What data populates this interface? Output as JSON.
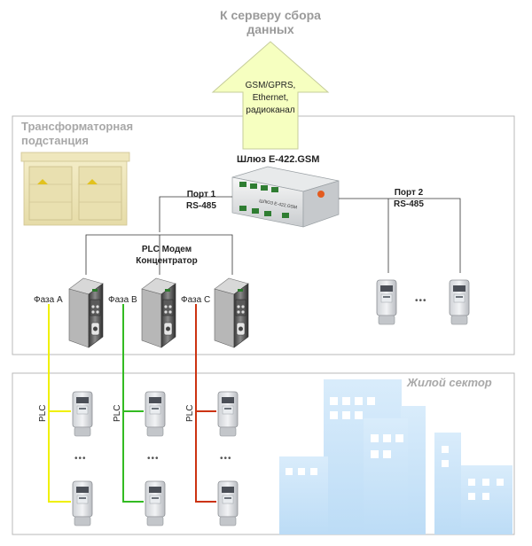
{
  "server": {
    "title_line1": "К серверу сбора",
    "title_line2": "данных"
  },
  "arrow": {
    "line1": "GSM/GPRS,",
    "line2": "Ethernet,",
    "line3": "радиоканал",
    "color": "#f6ffc0"
  },
  "substation": {
    "title_line1": "Трансформаторная",
    "title_line2": "подстанция"
  },
  "gateway": {
    "title": "Шлюз E-422.GSM",
    "device_label": "ШЛЮЗ E-422.GSM"
  },
  "port1": {
    "line1": "Порт 1",
    "line2": "RS-485"
  },
  "port2": {
    "line1": "Порт 2",
    "line2": "RS-485"
  },
  "plc": {
    "line1": "PLC Модем",
    "line2": "Концентратор"
  },
  "phases": [
    {
      "label": "Фаза А",
      "color": "#f0f000"
    },
    {
      "label": "Фаза В",
      "color": "#33bb22"
    },
    {
      "label": "Фаза С",
      "color": "#cc3311"
    }
  ],
  "residential": {
    "title": "Жилой сектор"
  },
  "plc_label": "PLC",
  "ellipsis": "•••"
}
